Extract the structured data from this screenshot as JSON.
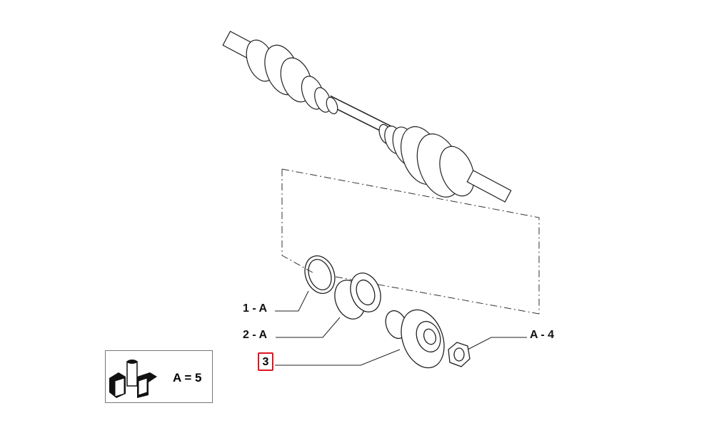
{
  "callouts": [
    {
      "label": "1 - A",
      "part": "snap-ring"
    },
    {
      "label": "2 - A",
      "part": "wheel-bearing"
    },
    {
      "label": "3",
      "part": "wheel-hub",
      "highlighted": true
    },
    {
      "label": "A - 4",
      "part": "hub-nut"
    }
  ],
  "legend": {
    "text": "A = 5"
  },
  "colors": {
    "highlight": "#e0141e",
    "line": "#222222"
  }
}
